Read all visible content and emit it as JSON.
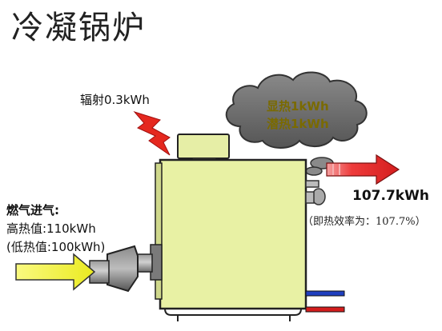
{
  "title": "冷凝锅炉",
  "radiation_label": "辐射0.3kWh",
  "cloud": {
    "line1": "显热1kWh",
    "line2": "潜热1kWh"
  },
  "output": {
    "value": "107.7kWh",
    "efficiency": "（即热效率为：107.7%）"
  },
  "gas_input": {
    "line1": "燃气进气:",
    "line2": "高热值:110kWh",
    "line3": "(低热值:100kWh)"
  },
  "colors": {
    "boiler_body": "#e8f1a4",
    "cloud": "#6f6f6f",
    "input_arrow": "#f2f230",
    "output_arrow": "#e5281f",
    "radiation_bolt": "#e5281f",
    "pipe_blue": "#1f3fbf",
    "pipe_red": "#d41d1d"
  }
}
